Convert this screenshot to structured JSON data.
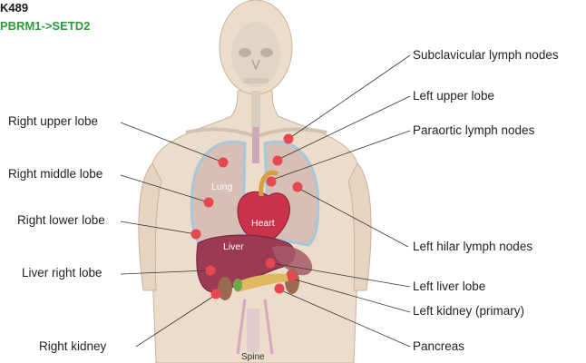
{
  "header": {
    "sample_id": "K489",
    "mutation": "PBRM1->SETD2"
  },
  "organ_labels": {
    "lung": "Lung",
    "heart": "Heart",
    "liver": "Liver",
    "spine": "Spine"
  },
  "sites": {
    "left": [
      "Right upper lobe",
      "Right middle lobe",
      "Right lower lobe",
      "Liver right lobe",
      "Right kidney"
    ],
    "right": [
      "Subclavicular lymph nodes",
      "Left upper lobe",
      "Paraortic lymph nodes",
      "Left hilar lymph nodes",
      "Left liver lobe",
      "Left kidney (primary)",
      "Pancreas"
    ]
  },
  "colors": {
    "site_marker": "#e8474f",
    "mutation_text": "#2e9a3e",
    "lung_outline": "#6fb8e8",
    "body": "#ecdcc9"
  }
}
